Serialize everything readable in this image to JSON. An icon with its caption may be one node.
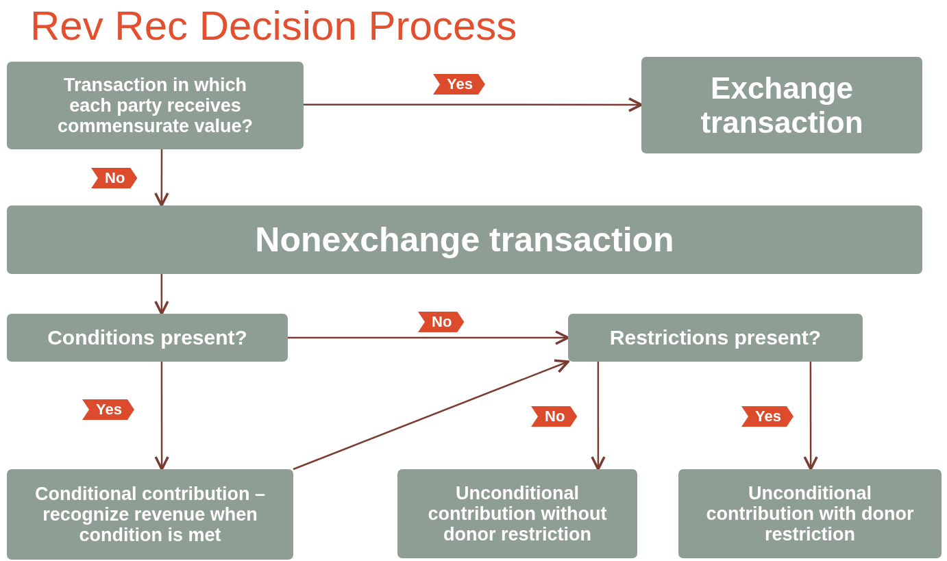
{
  "diagram": {
    "title": "Rev Rec Decision Process",
    "nodes": [
      {
        "text": [
          "Transaction in which each party receives commensurate value?"
        ]
      },
      {
        "text": [
          "Exchange transaction"
        ]
      },
      {
        "text": [
          "Nonexchange transaction"
        ]
      },
      {
        "text": [
          "Conditions present?"
        ]
      },
      {
        "text": [
          "Restrictions present?"
        ]
      },
      {
        "text": [
          "Conditional contribution – recognize  revenue when condition is met"
        ]
      },
      {
        "text": [
          "Unconditional contribution without donor restriction"
        ]
      },
      {
        "text": [
          "Unconditional contribution with donor restriction"
        ]
      }
    ],
    "edges": [
      {
        "from": 0,
        "to": 1,
        "arrow": "to",
        "label": "Yes"
      },
      {
        "from": 0,
        "to": 2,
        "arrow": "to",
        "label": "No"
      },
      {
        "from": 2,
        "to": 3,
        "arrow": "to"
      },
      {
        "from": 3,
        "to": 4,
        "arrow": "to",
        "label": "No"
      },
      {
        "from": 3,
        "to": 5,
        "arrow": "to",
        "label": "Yes"
      },
      {
        "from": 5,
        "to": 4,
        "arrow": "to"
      },
      {
        "from": 4,
        "to": 6,
        "arrow": "to",
        "label": "No"
      },
      {
        "from": 4,
        "to": 7,
        "arrow": "to",
        "label": "Yes"
      }
    ]
  }
}
